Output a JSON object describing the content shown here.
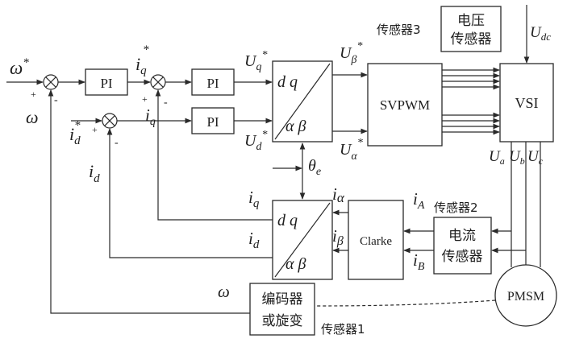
{
  "blocks": {
    "pi_speed": "PI",
    "pi_q": "PI",
    "pi_d": "PI",
    "inv_park": {
      "top": "d q",
      "bottom": "α β"
    },
    "svpwm": "SVPWM",
    "vsi": "VSI",
    "voltage_sensor": {
      "line1": "电压",
      "line2": "传感器"
    },
    "park": {
      "top": "d q",
      "bottom": "α β"
    },
    "clarke": "Clarke",
    "current_sensor": {
      "line1": "电流",
      "line2": "传感器"
    },
    "motor": "PMSM",
    "encoder": {
      "line1": "编码器",
      "line2": "或旋变"
    }
  },
  "labels": {
    "sensor3": "传感器3",
    "sensor2": "传感器2",
    "sensor1": "传感器1",
    "plus": "+",
    "minus": "-",
    "star": "*",
    "omega": "ω",
    "i": "i",
    "U": "U",
    "theta": "θ",
    "sub_q": "q",
    "sub_d": "d",
    "sub_beta": "β",
    "sub_alpha": "α",
    "sub_e": "e",
    "sub_A": "A",
    "sub_B": "B",
    "sub_dc": "dc",
    "sub_a": "a",
    "sub_b": "b",
    "sub_c": "c"
  }
}
